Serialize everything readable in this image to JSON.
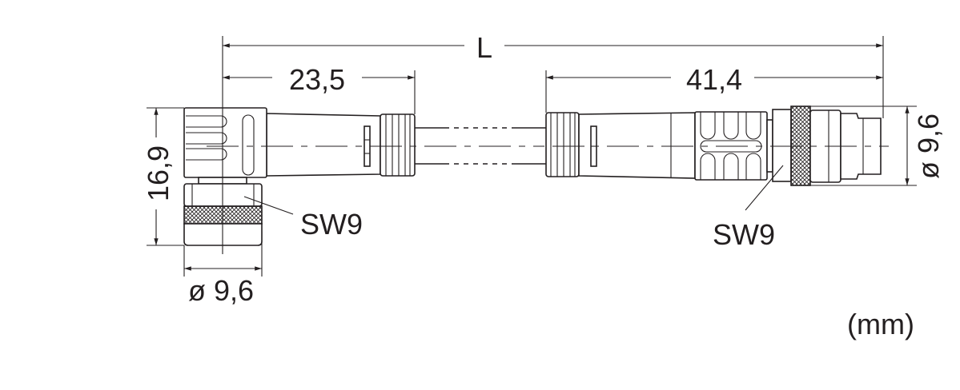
{
  "drawing": {
    "title": "Connector cable dimension drawing",
    "dimensions": {
      "overall_length": "L",
      "left_connector_length": "23,5",
      "right_connector_length": "41,4",
      "left_height": "16,9",
      "left_diameter": "ø 9,6",
      "right_diameter": "ø 9,6"
    },
    "labels": {
      "left_wrench_size": "SW9",
      "right_wrench_size": "SW9",
      "unit": "(mm)"
    },
    "colors": {
      "line": "#231f20",
      "background": "#ffffff"
    }
  }
}
